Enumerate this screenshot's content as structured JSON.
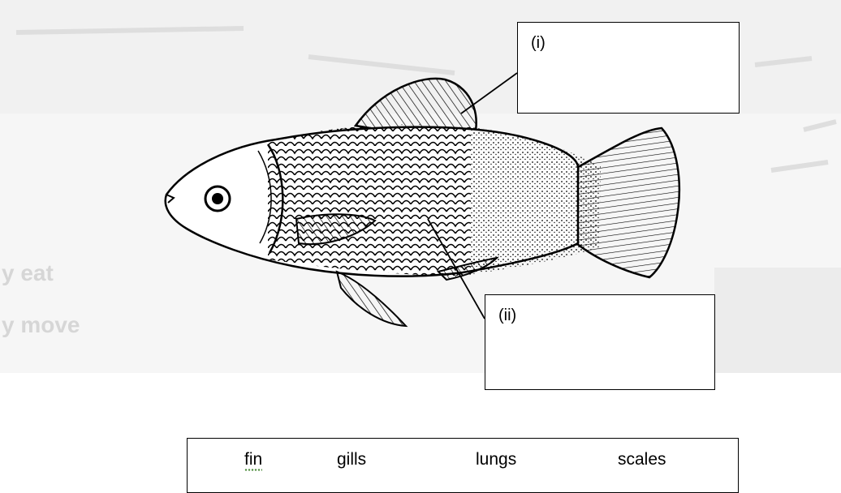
{
  "labels": {
    "i": "(i)",
    "ii": "(ii)"
  },
  "word_bank": {
    "words": [
      "fin",
      "gills",
      "lungs",
      "scales"
    ]
  },
  "colors": {
    "ink": "#000000",
    "ghost": "#d8d8d8",
    "spellcheck": "#4a8a3a"
  }
}
